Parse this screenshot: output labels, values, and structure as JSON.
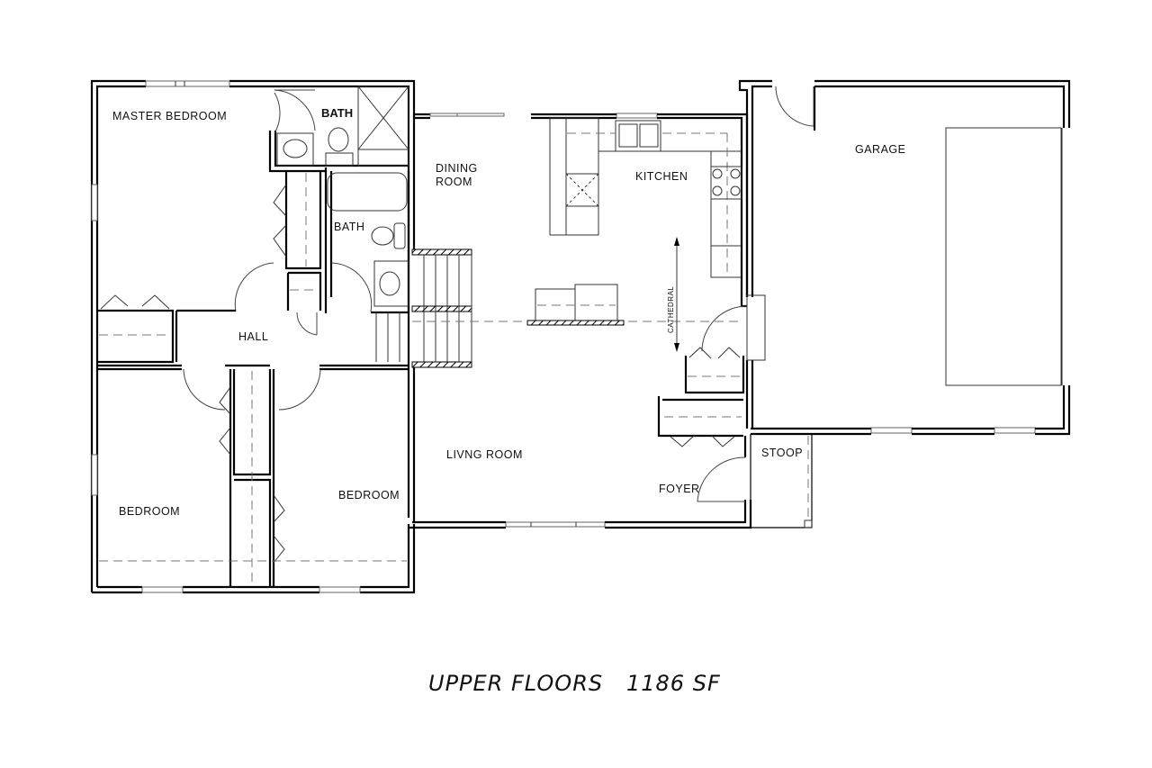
{
  "plan": {
    "caption": "UPPER FLOORS   1186 SF",
    "title": "UPPER FLOORS",
    "area": "1186 SF",
    "rooms": {
      "master_bedroom": "MASTER  BEDROOM",
      "master_bath": "BATH",
      "hall_bath": "BATH",
      "dining_room_line1": "DINING",
      "dining_room_line2": "ROOM",
      "kitchen": "KITCHEN",
      "garage": "GARAGE",
      "hall": "HALL",
      "living_room": "LIVNG  ROOM",
      "bedroom_left": "BEDROOM",
      "bedroom_right": "BEDROOM",
      "foyer": "FOYER",
      "stoop": "STOOP"
    },
    "annotations": {
      "ceiling_note": "CATHEDRAL"
    }
  }
}
